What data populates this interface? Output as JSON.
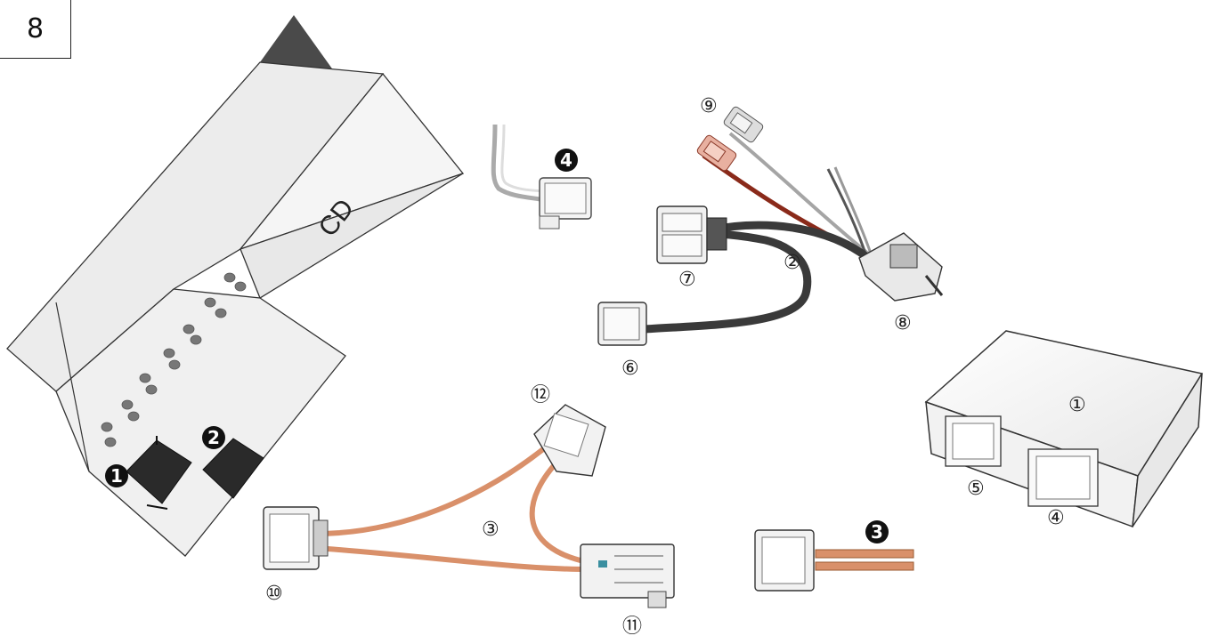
{
  "page_number": "8",
  "unit_label": "CD",
  "labels": {
    "one": "①",
    "two": "②",
    "three": "③",
    "four": "④",
    "five": "⑤",
    "six": "⑥",
    "seven": "⑦",
    "eight": "⑧",
    "nine": "⑨",
    "ten": "⑩",
    "eleven": "⑪",
    "twelve": "⑫"
  },
  "solid_labels": {
    "one": "1",
    "two": "2",
    "three": "3",
    "four": "4"
  },
  "colors": {
    "unit_fill": "#efefef",
    "unit_shadow": "#4a4a4a",
    "connector_black": "#222222",
    "cable_dark": "#3a3a3a",
    "cable_orange": "#d9906a",
    "cable_red": "#8a2a1a",
    "cable_gray": "#a5a5a5"
  }
}
